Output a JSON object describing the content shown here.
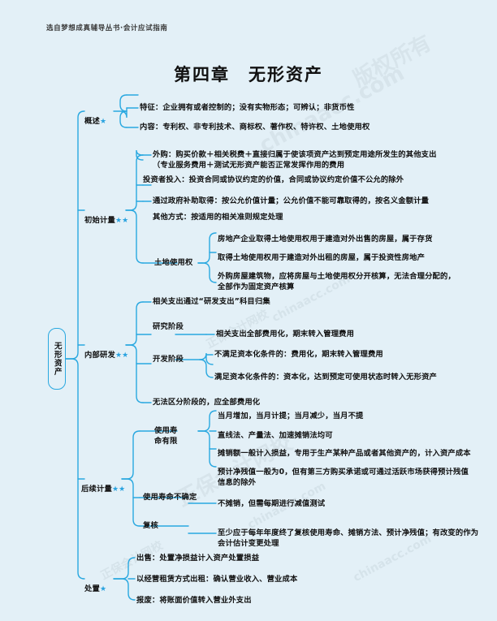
{
  "header": {
    "subtitle": "选自梦想成真辅导丛书·会计应试指南",
    "chapter_title": "第四章　无形资产"
  },
  "watermarks": [
    "chinaacc.com",
    "正保会计网校",
    "版权所有"
  ],
  "colors": {
    "background": "#e3f0f7",
    "line": "#29a8e0",
    "star": "#2aa3e0",
    "text": "#111111"
  },
  "mindmap": {
    "root": "无形资产",
    "branches": [
      {
        "label": "概述",
        "stars": "★",
        "items": [
          "特征：企业拥有或者控制的；没有实物形态；可辨认；非货币性",
          "内容：专利权、非专利技术、商标权、著作权、特许权、土地使用权"
        ]
      },
      {
        "label": "初始计量",
        "stars": "★★",
        "items": [
          "外购：购买价款＋相关税费＋直接归属于使该项资产达到预定用途所发生的其他支出\n（专业服务费用＋测试无形资产能否正常发挥作用的费用",
          "投资者投入：投资合同或协议约定的价值，合同或协议约定价值不公允的除外",
          "通过政府补助取得：按公允价值计量；公允价值不能可靠取得的，按名义金额计量",
          "其他方式：按适用的相关准则规定处理"
        ],
        "subgroup": {
          "label": "土地使用权",
          "items": [
            "房地产企业取得土地使用权用于建造对外出售的房屋，属于存货",
            "取得土地使用权用于建造对外出租的房屋，属于投资性房地产",
            "外购房屋建筑物，应将房屋与土地使用权分开核算，无法合理分配的，\n全部作为固定资产核算"
          ]
        }
      },
      {
        "label": "内部研发",
        "stars": "★★",
        "items": [
          "相关支出通过“研发支出”科目归集",
          "无法区分阶段的，应全部费用化"
        ],
        "stages": [
          {
            "label": "研究阶段",
            "items": [
              "相关支出全部费用化，期末转入管理费用"
            ]
          },
          {
            "label": "开发阶段",
            "items": [
              "不满足资本化条件的：费用化，期末转入管理费用",
              "满足资本化条件的：资本化，达到预定可使用状态时转入无形资产"
            ]
          }
        ]
      },
      {
        "label": "后续计量",
        "stars": "★★",
        "groups": [
          {
            "label": "使用寿\n命有限",
            "items": [
              "当月增加，当月计提；当月减少，当月不提",
              "直线法、产量法、加速摊销法均可",
              "摊销额一般计入损益，专用于生产某种产品或者其他资产的，计入资产成本",
              "预计净残值一般为0，但有第三方购买承诺或可通过活跃市场获得预计残值\n信息的除外"
            ]
          },
          {
            "label": "使用寿命不确定",
            "items": [
              "不摊销，但需每期进行减值测试"
            ]
          },
          {
            "label": "复核",
            "items": [
              "至少应于每年年度终了复核使用寿命、摊销方法、预计净残值；有改变的作为\n会计估计变更处理"
            ]
          }
        ]
      },
      {
        "label": "处置",
        "stars": "★",
        "items": [
          "出售：处置净损益计入资产处置损益",
          "以经营租赁方式出租：确认营业收入、营业成本",
          "报废：将账面价值转入营业外支出"
        ]
      }
    ]
  }
}
